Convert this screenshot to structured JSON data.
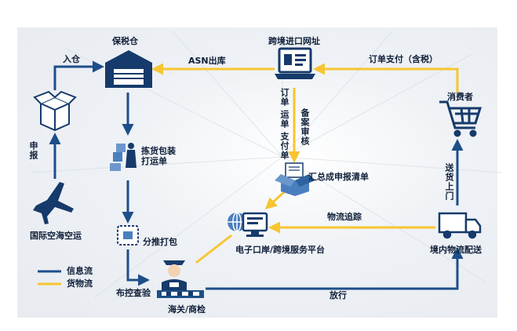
{
  "colors": {
    "info_flow": "#f7c531",
    "goods_flow": "#1d4e89",
    "icon_dark": "#163a6b",
    "icon_light": "#4a7fbf"
  },
  "nodes": {
    "bonded_warehouse": "保税仓",
    "cross_border_site": "跨境进口网址",
    "consumer": "消费者",
    "international_transport": "国际空海空运",
    "picking_packing": "拣货包装\n打运单",
    "sorting_packing": "分推打包",
    "customs": "海关/商检",
    "eport_platform": "电子口岸/跨境服务平台",
    "summary_declaration": "汇总成申报清单",
    "domestic_delivery": "境内物流配送"
  },
  "edges": {
    "into_warehouse": "入仓",
    "asn_outbound": "ASN出库",
    "order_payment": "订单支付（含税）",
    "declare": "申报",
    "order_waybill_payment_1": "订单",
    "order_waybill_payment_2": "运单",
    "order_waybill_payment_3": "支付单",
    "record_audit": "备案审核",
    "logistics_tracking": "物流追踪",
    "delivery_to_door": "送货上门",
    "control_inspection": "布控查验",
    "release": "放行"
  },
  "legend": {
    "info_flow_label": "信息流",
    "goods_flow_label": "货物流"
  },
  "icons": {
    "warehouse": "warehouse-icon",
    "laptop": "laptop-icon",
    "cart": "shopping-cart-icon",
    "box": "package-icon",
    "plane": "airplane-icon",
    "worker": "worker-icon",
    "parcel": "parcel-icon",
    "officer": "customs-officer-icon",
    "globe": "globe-computer-icon",
    "open_box": "open-box-icon",
    "truck": "truck-icon"
  }
}
